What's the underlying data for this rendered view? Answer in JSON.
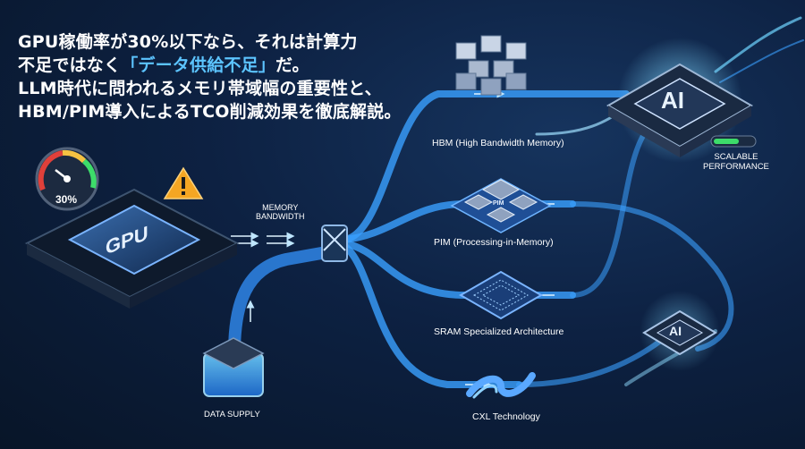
{
  "headline": {
    "line1": "GPU稼働率が30%以下なら、それは計算力",
    "line2_pre": "不足ではなく",
    "line2_highlight": "「データ供給不足」",
    "line2_post": "だ。",
    "line3": "LLM時代に問われるメモリ帯域幅の重要性と、",
    "line4": "HBM/PIM導入によるTCO削減効果を徹底解説。"
  },
  "gpu": {
    "chip_label": "GPU",
    "gauge_value": "30%"
  },
  "memory_bandwidth": {
    "line1": "MEMORY",
    "line2": "BANDWIDTH"
  },
  "data_supply": "DATA SUPPLY",
  "options": {
    "hbm": "HBM (High Bandwidth Memory)",
    "pim": "PIM (Processing-in-Memory)",
    "pim_chip": "PIM",
    "sram": "SRAM Specialized Architecture",
    "cxl": "CXL Technology"
  },
  "ai": {
    "main_chip": "AI",
    "small_chip": "AI"
  },
  "scalable": {
    "line1": "SCALABLE",
    "line2": "PERFORMANCE"
  },
  "colors": {
    "accent": "#5cc4ff",
    "flow": "#3aa0ff",
    "background": "#0d2142",
    "warning": "#f5a623",
    "bar_green": "#3ddc6a"
  }
}
